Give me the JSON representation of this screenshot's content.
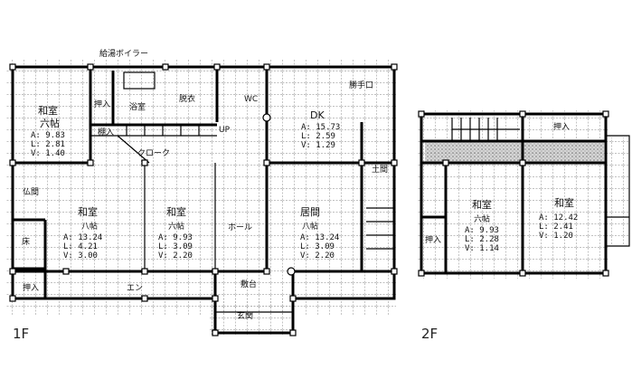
{
  "floors": {
    "first": {
      "label": "1F",
      "top_note": "給湯ボイラー",
      "rooms": [
        {
          "name": "和室",
          "size": "六帖",
          "a": "A: 9.83",
          "l": "L: 2.81",
          "v": "V: 1.40"
        },
        {
          "name": "DK",
          "size": "",
          "a": "A: 15.73",
          "l": "L: 2.59",
          "v": "V: 1.29"
        },
        {
          "name": "和室",
          "size": "八帖",
          "a": "A: 13.24",
          "l": "L: 4.21",
          "v": "V: 3.00"
        },
        {
          "name": "和室",
          "size": "六帖",
          "a": "A: 9.93",
          "l": "L: 3.09",
          "v": "V: 2.20"
        },
        {
          "name": "居間",
          "size": "八帖",
          "a": "A: 13.24",
          "l": "L: 3.09",
          "v": "V: 2.20"
        }
      ],
      "labels": {
        "oshiire1": "押入",
        "bath": "浴室",
        "dressing": "脱衣",
        "shelf": "棚入",
        "closet": "クローク",
        "up": "UP",
        "wc": "WC",
        "back_door": "勝手口",
        "doma": "土間",
        "butsuma": "仏間",
        "toko": "床",
        "oshiire2": "押入",
        "engawa": "エン",
        "hall": "ホール",
        "shikidai": "敷台",
        "genkan": "玄関"
      }
    },
    "second": {
      "label": "2F",
      "rooms": [
        {
          "name": "和室",
          "size": "六帖",
          "a": "A: 9.93",
          "l": "L: 2.28",
          "v": "V: 1.14"
        },
        {
          "name": "和室",
          "size": "",
          "a": "A: 12.42",
          "l": "L: 2.41",
          "v": "V: 1.20"
        }
      ],
      "labels": {
        "oshiire1": "押入",
        "oshiire2": "押入"
      }
    }
  }
}
